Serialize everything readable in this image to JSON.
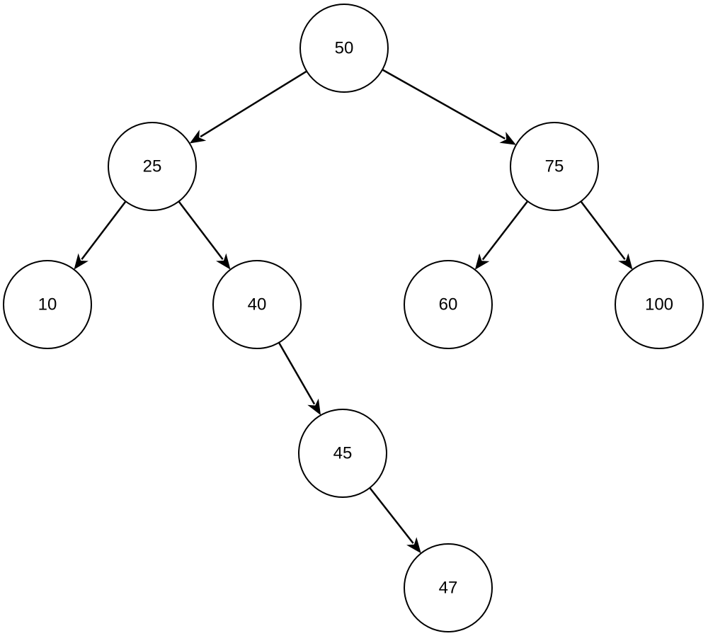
{
  "diagram": {
    "type": "binary-search-tree",
    "nodes": [
      {
        "id": "n50",
        "value": "50"
      },
      {
        "id": "n25",
        "value": "25"
      },
      {
        "id": "n75",
        "value": "75"
      },
      {
        "id": "n10",
        "value": "10"
      },
      {
        "id": "n40",
        "value": "40"
      },
      {
        "id": "n60",
        "value": "60"
      },
      {
        "id": "n100",
        "value": "100"
      },
      {
        "id": "n45",
        "value": "45"
      },
      {
        "id": "n47",
        "value": "47"
      }
    ],
    "edges": [
      {
        "from": "n50",
        "to": "n25"
      },
      {
        "from": "n50",
        "to": "n75"
      },
      {
        "from": "n25",
        "to": "n10"
      },
      {
        "from": "n25",
        "to": "n40"
      },
      {
        "from": "n75",
        "to": "n60"
      },
      {
        "from": "n75",
        "to": "n100"
      },
      {
        "from": "n40",
        "to": "n45"
      },
      {
        "from": "n45",
        "to": "n47"
      }
    ]
  }
}
